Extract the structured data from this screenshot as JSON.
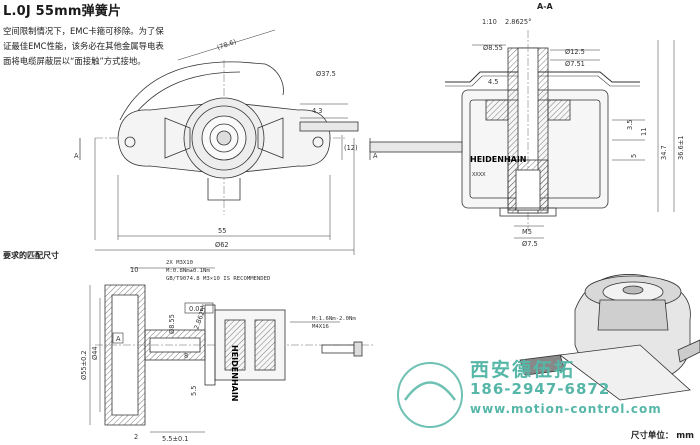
{
  "title": "L.0J 55mm弹簧片",
  "note_lines": [
    "空间限制情况下，EMC卡箍可移除。为了保",
    "证最佳EMC性能，该务必在其他金属导电表",
    "面将电缆屏蔽层以“面接触”方式接地。"
  ],
  "section_label": "A-A",
  "mating_label": "要求的匹配尺寸",
  "unit_label": "尺寸单位： mm",
  "brand_text": "HEIDENHAIN",
  "serial_text": "XXXX",
  "front_view": {
    "dims": [
      "(78.6)",
      "Ø37.5",
      "4.3",
      "(12)",
      "55",
      "Ø62",
      "A",
      "A"
    ]
  },
  "section_view": {
    "dims": [
      "1:10",
      "2.8625°",
      "Ø8.55",
      "Ø12.5",
      "Ø7.51",
      "4.5",
      "3.5",
      "11",
      "34.7",
      "36.6±1",
      "5",
      "M5",
      "Ø7.5"
    ]
  },
  "mating_view": {
    "notes": [
      "2X M3X10",
      "M:0.8Nm±0.1Nm",
      "GB/T9074.8 M3×10 IS RECOMMENDED",
      "M:1.6Nm-2.0Nm",
      "M4X16"
    ],
    "dims": [
      "10",
      "Ø55±0.2",
      "Ø44",
      "0.02",
      "A",
      "2.8625°",
      "Ø8.55",
      "5.5",
      "8",
      "5.5±0.1",
      "2"
    ]
  },
  "watermark": {
    "company": "西安德伍拓",
    "phone": "186-2947-6872",
    "url": "www.motion-control.com"
  }
}
